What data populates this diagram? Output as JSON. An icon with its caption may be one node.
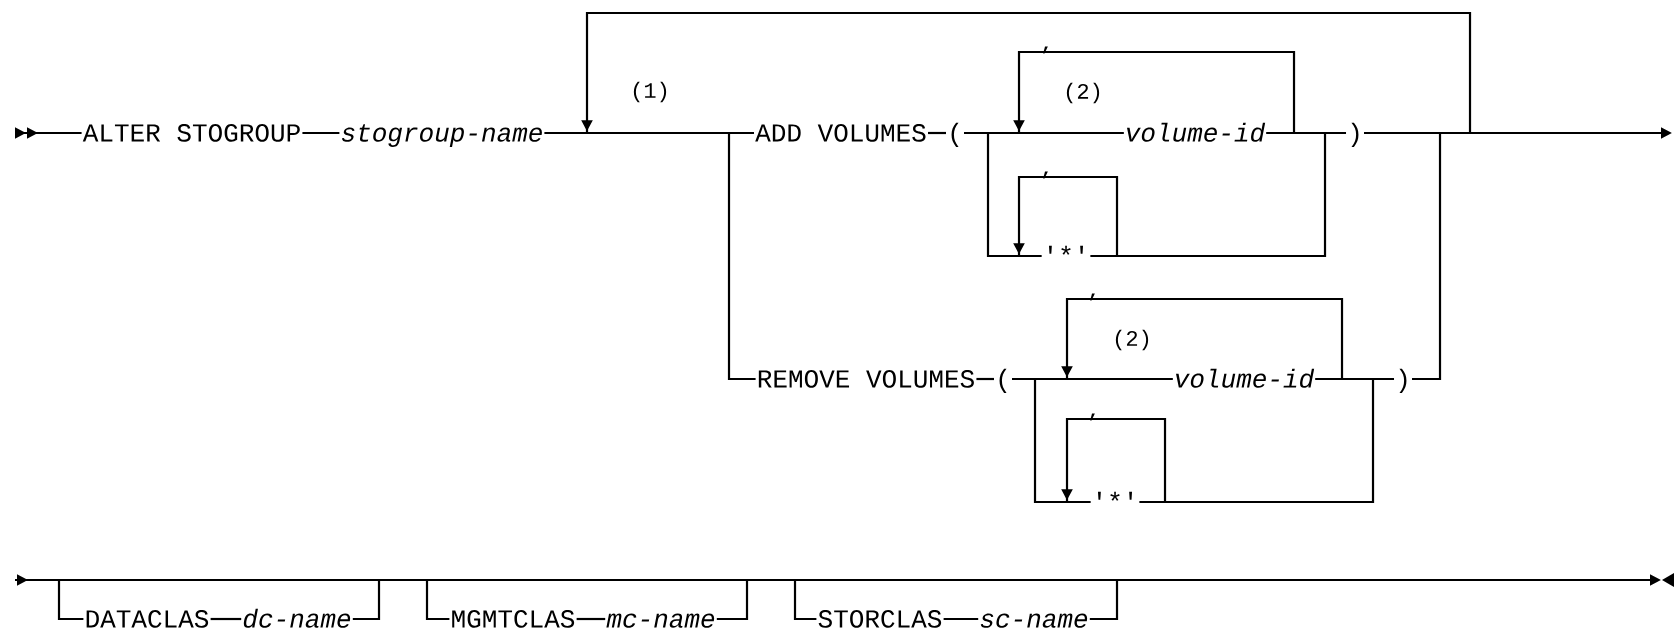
{
  "diagram": {
    "nodes": [
      {
        "text": [
          "ALTER STOGROUP"
        ]
      },
      {
        "text": [
          "stogroup-name"
        ]
      },
      {
        "text": [
          "ADD VOLUMES"
        ]
      },
      {
        "text": [
          "("
        ]
      },
      {
        "text": [
          "volume-id"
        ]
      },
      {
        "text": [
          "'*'"
        ]
      },
      {
        "text": [
          ")"
        ]
      },
      {
        "text": [
          "REMOVE VOLUMES"
        ]
      },
      {
        "text": [
          "("
        ]
      },
      {
        "text": [
          "volume-id"
        ]
      },
      {
        "text": [
          "'*'"
        ]
      },
      {
        "text": [
          ")"
        ]
      },
      {
        "text": [
          "DATACLAS"
        ]
      },
      {
        "text": [
          "dc-name"
        ]
      },
      {
        "text": [
          "MGMTCLAS"
        ]
      },
      {
        "text": [
          "mc-name"
        ]
      },
      {
        "text": [
          "STORCLAS"
        ]
      },
      {
        "text": [
          "sc-name"
        ]
      }
    ],
    "edges": [
      {
        "from": null,
        "to": 0,
        "arrow": "to"
      },
      {
        "from": 0,
        "to": 1,
        "arrow": "none"
      },
      {
        "from": 1,
        "to": 2,
        "arrow": "none"
      },
      {
        "from": 1,
        "to": 7,
        "arrow": "none"
      },
      {
        "from": 2,
        "to": 3,
        "arrow": "none"
      },
      {
        "from": 3,
        "to": 4,
        "arrow": "none"
      },
      {
        "from": 3,
        "to": 5,
        "arrow": "none"
      },
      {
        "from": 4,
        "to": 4,
        "arrow": "to"
      },
      {
        "from": 5,
        "to": 5,
        "arrow": "to"
      },
      {
        "from": 4,
        "to": 6,
        "arrow": "none"
      },
      {
        "from": 5,
        "to": 6,
        "arrow": "none"
      },
      {
        "from": 6,
        "to": null,
        "arrow": "to"
      },
      {
        "from": 6,
        "to": 2,
        "arrow": "to"
      },
      {
        "from": 7,
        "to": 8,
        "arrow": "none"
      },
      {
        "from": 8,
        "to": 9,
        "arrow": "none"
      },
      {
        "from": 8,
        "to": 10,
        "arrow": "none"
      },
      {
        "from": 9,
        "to": 9,
        "arrow": "to"
      },
      {
        "from": 10,
        "to": 10,
        "arrow": "to"
      },
      {
        "from": 9,
        "to": 11,
        "arrow": "none"
      },
      {
        "from": 10,
        "to": 11,
        "arrow": "none"
      },
      {
        "from": 11,
        "to": null,
        "arrow": "none"
      },
      {
        "from": null,
        "to": 12,
        "arrow": "to"
      },
      {
        "from": 12,
        "to": 13,
        "arrow": "none"
      },
      {
        "from": 13,
        "to": 14,
        "arrow": "none"
      },
      {
        "from": 14,
        "to": 15,
        "arrow": "none"
      },
      {
        "from": 15,
        "to": 16,
        "arrow": "none"
      },
      {
        "from": 16,
        "to": 17,
        "arrow": "none"
      },
      {
        "from": 17,
        "to": null,
        "arrow": "to"
      }
    ],
    "labels": [
      "(1)",
      ",",
      "(2)",
      ",",
      ",",
      "(2)",
      ","
    ]
  }
}
